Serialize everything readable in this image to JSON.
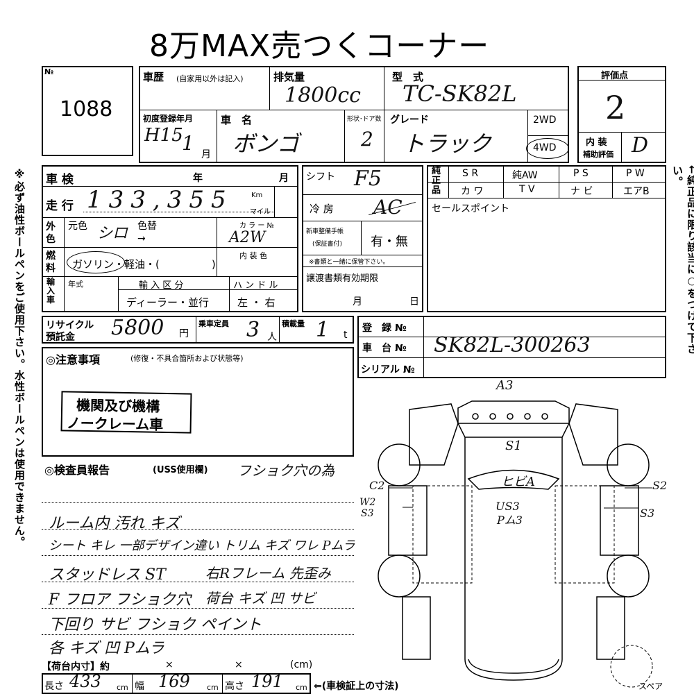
{
  "title": "8万MAX売つくコーナー",
  "lot": {
    "label": "№",
    "number": "1088"
  },
  "history": {
    "label": "車歴",
    "note": "(自家用以外は記入)"
  },
  "displacement": {
    "label": "排気量",
    "value": "1800cc"
  },
  "model": {
    "label": "型　式",
    "value": "TC-SK82L"
  },
  "score": {
    "label": "評価点",
    "value": "2"
  },
  "first_reg": {
    "label": "初度登録年月",
    "era": "H15",
    "month": "1",
    "month_unit": "月"
  },
  "car_name": {
    "label": "車　名",
    "value": "ボンゴ"
  },
  "doors": {
    "label": "形状･ドア数",
    "value": "2"
  },
  "grade": {
    "label": "グレード",
    "value": "トラック"
  },
  "drive": {
    "two": "2WD",
    "four": "4WD"
  },
  "interior_score": {
    "label1": "内 装",
    "label2": "補助評価",
    "value": "D"
  },
  "inspection": {
    "label": "車 検",
    "year": "年",
    "month": "月"
  },
  "mileage": {
    "label": "走 行",
    "value": "133,355",
    "unit_km": "Km",
    "unit_mile": "マイル"
  },
  "shift": {
    "label": "シフト",
    "value": "F5"
  },
  "aircon": {
    "label": "冷 房",
    "value": "AC"
  },
  "equipment": {
    "label": "純正品",
    "row1": [
      "S R",
      "純AW",
      "P S",
      "P W"
    ],
    "row2": [
      "カ ワ",
      "T V",
      "ナ ビ",
      "エアB"
    ]
  },
  "sales_point": {
    "label": "セールスポイント"
  },
  "exterior": {
    "label": "外色",
    "orig_label": "元色",
    "orig_value": "シロ",
    "change_label": "色替",
    "arrow": "→",
    "color_no_label": "カ ラ ー №",
    "color_no_value": "A2W"
  },
  "service_book": {
    "label1": "新車整備手帳",
    "label2": "(保証書付)",
    "value": "有・無",
    "note": "※書類と一緒に保管下さい。"
  },
  "fuel": {
    "label": "燃料",
    "options": "ガソリン・軽油・(　　　　　)",
    "interior_color": "内 装 色"
  },
  "import_car": {
    "label": "輸入車",
    "year_label": "年式",
    "type_label": "輸 入 区 分",
    "type_value": "ディーラー・並行",
    "handle_label": "ハ ン ド ル",
    "handle_value": "左 ・ 右"
  },
  "transfer_doc": {
    "label": "譲渡書類有効期限",
    "month": "月",
    "day": "日"
  },
  "recycle": {
    "label1": "リサイクル",
    "label2": "預託金",
    "value": "5800",
    "unit": "円"
  },
  "capacity": {
    "label": "乗車定員",
    "value": "3",
    "unit": "人"
  },
  "load": {
    "label": "積載量",
    "value": "1",
    "unit": "t"
  },
  "registration": {
    "label": "登　録 №"
  },
  "chassis": {
    "label": "車　台 №",
    "value": "SK82L-300263"
  },
  "serial": {
    "label": "シリアル №"
  },
  "notes": {
    "label": "◎注意事項",
    "sub": "(修復・不具合箇所および状態等)",
    "stamp1": "機関及び機構",
    "stamp2": "ノークレーム車"
  },
  "inspector": {
    "label": "◎検査員報告",
    "sub": "(USS使用欄)",
    "lines": [
      "フショク穴の為",
      "",
      "ルーム内 汚れ キズ",
      "シート キレ 一部デザイン違い トリム キズ ワレ Pムラ",
      "スタッドレス ST",
      "",
      "F フロア フショク穴",
      "下回り サビ フショク ペイント",
      "各 キズ 凹 Pムラ"
    ],
    "right_lines": [
      "",
      "",
      "",
      "",
      "右Rフレーム 先歪み",
      "",
      "荷台 キズ 凹 サビ",
      "",
      ""
    ]
  },
  "cargo": {
    "label": "【荷台内寸】約",
    "x": "×",
    "cm": "(cm)",
    "length_label": "長さ",
    "length_value": "433",
    "length_unit": "cm",
    "width_label": "幅",
    "width_value": "169",
    "width_unit": "cm",
    "height_label": "高さ",
    "height_value": "191",
    "height_unit": "cm",
    "note": "⇐(車検証上の寸法)"
  },
  "left_note": "※必ず油性ボールペンをご使用下さい。水性ボールペンは使用できません。",
  "right_note": "←純正品に限り該当に○をつけて下さい。",
  "diagram": {
    "a3": "A3",
    "s1": "S1",
    "hiba": "ヒビA",
    "us3": "US3",
    "pa3": "Pム3",
    "c2": "C2",
    "w2": "W2",
    "s3l": "S3",
    "s2": "S2",
    "s3r": "S3",
    "spare": "スペア"
  }
}
